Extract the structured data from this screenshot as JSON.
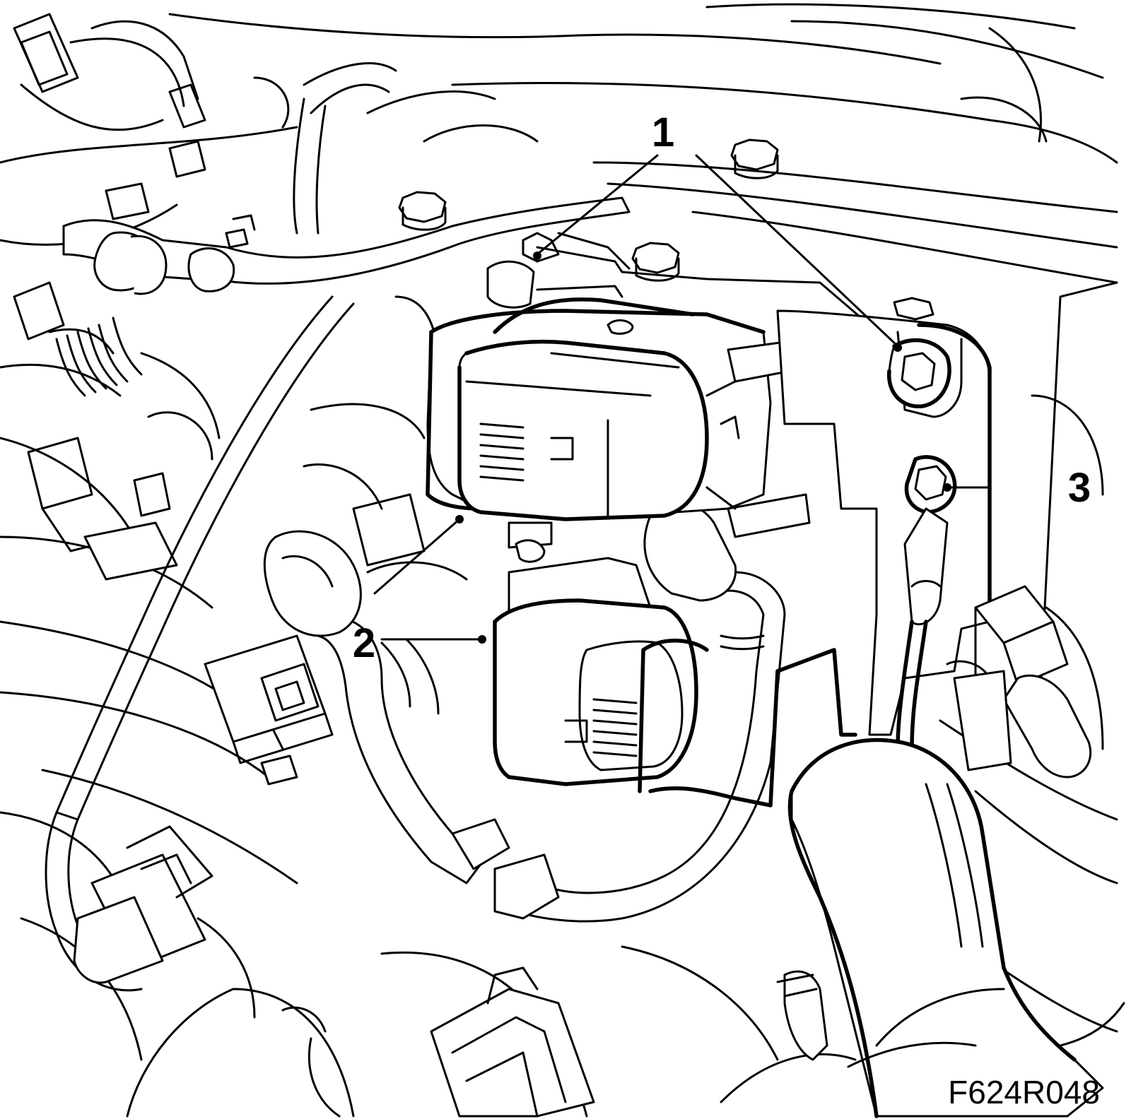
{
  "figure_code": "F624R048",
  "callouts": [
    {
      "id": "1",
      "label": "1"
    },
    {
      "id": "2",
      "label": "2"
    },
    {
      "id": "3",
      "label": "3"
    }
  ],
  "colors": {
    "line": "#000000",
    "background": "#ffffff"
  }
}
